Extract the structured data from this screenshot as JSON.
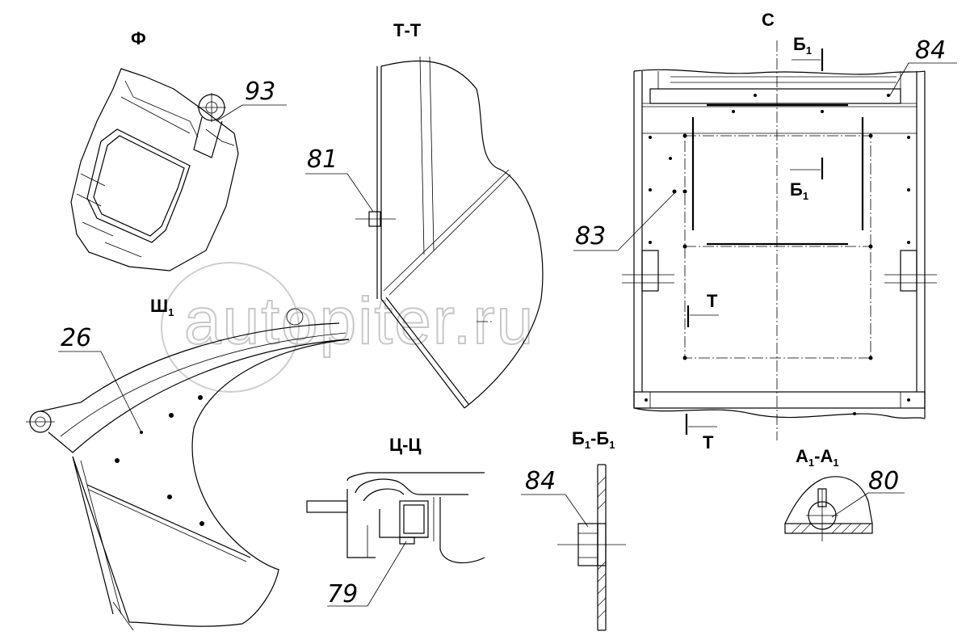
{
  "views": {
    "f": {
      "title": "Ф"
    },
    "tt": {
      "title": "Т-Т"
    },
    "c": {
      "title": "С"
    },
    "sh1": {
      "title": "Ш",
      "sub": "1"
    },
    "tsts": {
      "title": "Ц-Ц"
    },
    "b1b1": {
      "title_a": "Б",
      "sub_a": "1",
      "dash": "-",
      "title_b": "Б",
      "sub_b": "1"
    },
    "a1a1": {
      "title_a": "А",
      "sub_a": "1",
      "dash": "-",
      "title_b": "А",
      "sub_b": "1"
    }
  },
  "section_marks": {
    "b1_top": {
      "letter": "Б",
      "sub": "1"
    },
    "b1_mid": {
      "letter": "Б",
      "sub": "1"
    },
    "t_mid": {
      "letter": "Т"
    },
    "t_bottom": {
      "letter": "Т"
    }
  },
  "callouts": {
    "c93": "93",
    "c81": "81",
    "c84_top": "84",
    "c83": "83",
    "c26": "26",
    "c79": "79",
    "c84_b": "84",
    "c80": "80"
  },
  "watermark": {
    "text": "autopiter.ru"
  }
}
